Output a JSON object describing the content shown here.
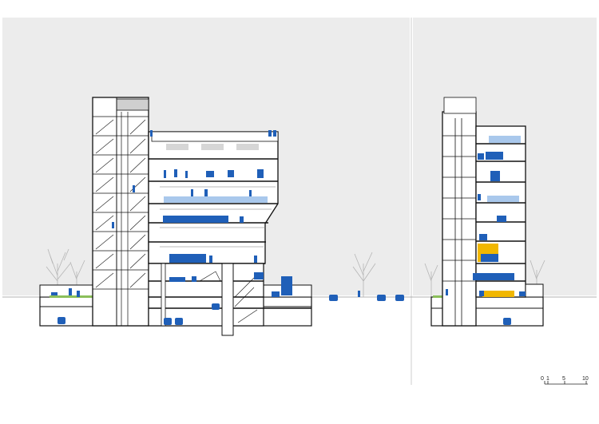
{
  "scale_bar": {
    "labels": [
      "0",
      "1",
      "5",
      "10"
    ]
  },
  "colors": {
    "background": "#ffffff",
    "sky": "#ececec",
    "line": "#111111",
    "people": "#1f5fb8",
    "pool": "#a9c8ec",
    "accent": "#f1b700",
    "greenery": "#8bbf5a",
    "tree": "#b5b5b5"
  }
}
